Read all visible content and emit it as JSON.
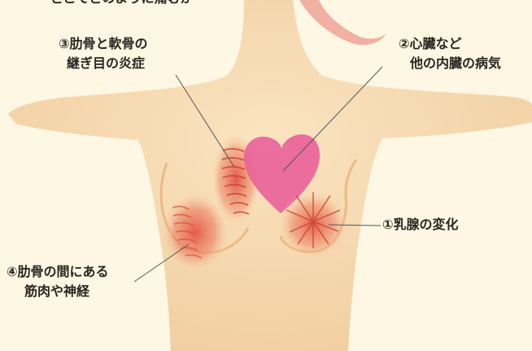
{
  "top_caption": "どこでどのように痛むか",
  "labels": {
    "rib_cartilage": {
      "line1": "③肋骨と軟骨の",
      "line2": "継ぎ目の炎症"
    },
    "heart": {
      "line1": "②心臓など",
      "line2": "他の内臓の病気"
    },
    "mammary": {
      "line1": "①乳腺の変化"
    },
    "intercostal": {
      "line1": "④肋骨の間にある",
      "line2": "筋肉や神経"
    }
  },
  "colors": {
    "background": "#fdf7e3",
    "skin": "#f6d9b2",
    "heart": "#e8609a",
    "inflammation": "#e45a4a"
  }
}
